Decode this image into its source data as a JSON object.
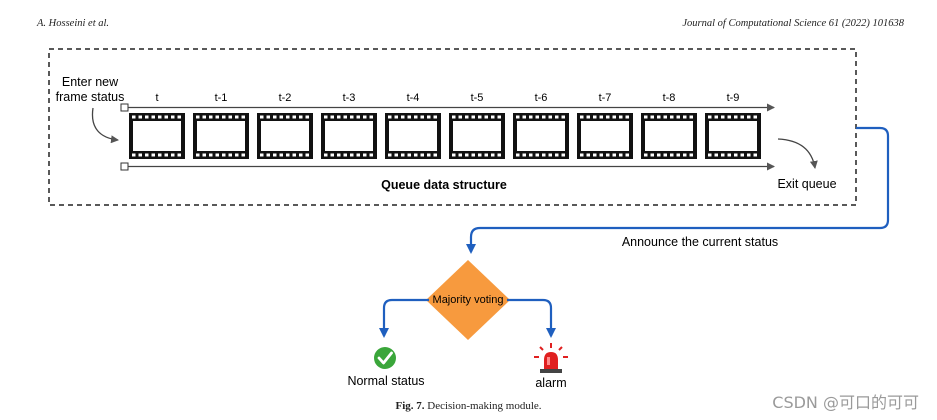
{
  "header": {
    "authors": "A. Hosseini et al.",
    "journal": "Journal of Computational Science 61 (2022) 101638"
  },
  "diagram": {
    "enter_label_line1": "Enter new",
    "enter_label_line2": "frame status",
    "time_labels": [
      "t",
      "t-1",
      "t-2",
      "t-3",
      "t-4",
      "t-5",
      "t-6",
      "t-7",
      "t-8",
      "t-9"
    ],
    "queue_label": "Queue data structure",
    "exit_label": "Exit queue",
    "announce_label": "Announce the current status",
    "decision_label": "Majority voting",
    "normal_label": "Normal status",
    "alarm_label": "alarm",
    "colors": {
      "arrow_blue": "#1f5fbf",
      "diamond_orange": "#f79a3e",
      "check_green": "#3aa63a",
      "alarm_red": "#e02020"
    }
  },
  "caption": {
    "fig_label": "Fig. 7.",
    "text": "Decision-making module."
  },
  "watermark": "CSDN @可口的可可"
}
